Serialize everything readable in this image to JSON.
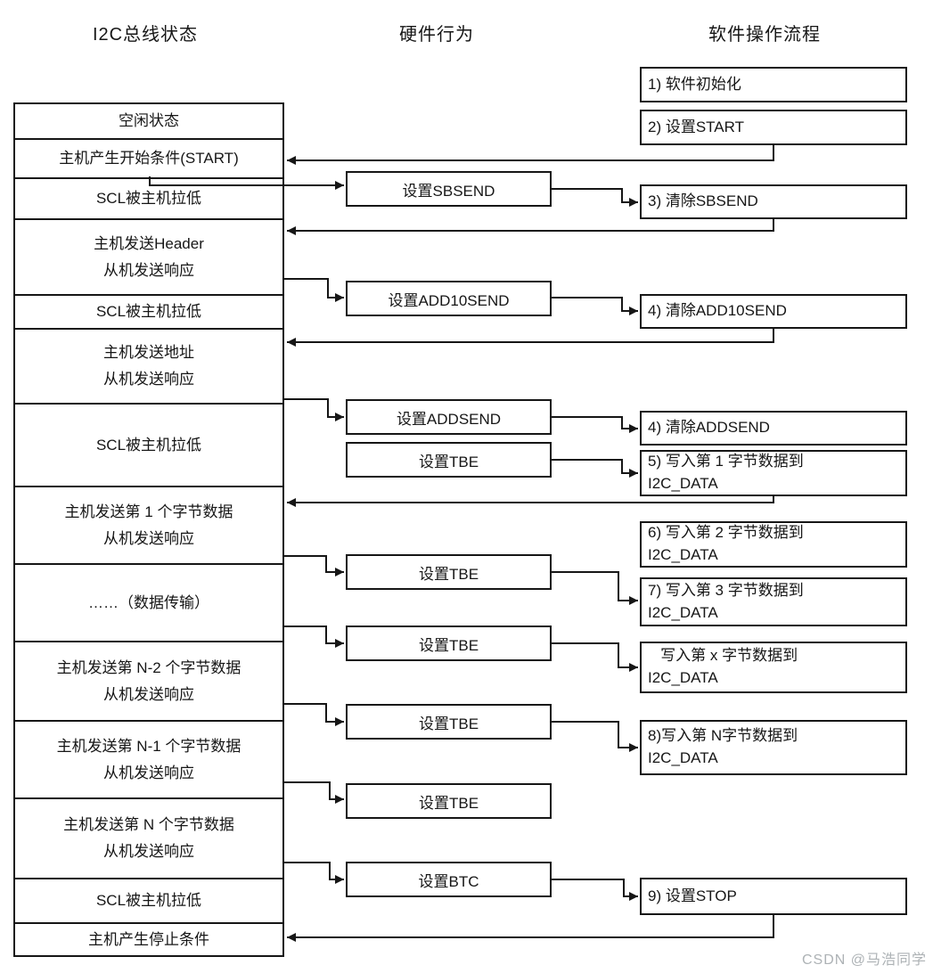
{
  "headers": {
    "bus_state": "I2C总线状态",
    "hardware": "硬件行为",
    "software": "软件操作流程"
  },
  "bus_states": [
    "空闲状态",
    "主机产生开始条件(START)",
    "SCL被主机拉低",
    "主机发送Header\n从机发送响应",
    "SCL被主机拉低",
    "主机发送地址\n从机发送响应",
    "SCL被主机拉低",
    "主机发送第 1 个字节数据\n从机发送响应",
    "……（数据传输）",
    "主机发送第 N-2 个字节数据\n从机发送响应",
    "主机发送第 N-1 个字节数据\n从机发送响应",
    "主机发送第 N 个字节数据\n从机发送响应",
    "SCL被主机拉低",
    "主机产生停止条件"
  ],
  "hardware_actions": [
    "设置SBSEND",
    "设置ADD10SEND",
    "设置ADDSEND",
    "设置TBE",
    "设置TBE",
    "设置TBE",
    "设置TBE",
    "设置TBE",
    "设置BTC"
  ],
  "software_steps": [
    "1) 软件初始化",
    "2) 设置START",
    "3) 清除SBSEND",
    "4) 清除ADD10SEND",
    "4) 清除ADDSEND",
    "5) 写入第 1 字节数据到\nI2C_DATA",
    "6) 写入第 2 字节数据到\nI2C_DATA",
    "7) 写入第 3 字节数据到\nI2C_DATA",
    "   写入第 x 字节数据到\nI2C_DATA",
    "8)写入第 N字节数据到\nI2C_DATA",
    "9) 设置STOP"
  ],
  "watermark": "CSDN @马浩同学",
  "colors": {
    "line": "#161616",
    "box_border": "#161616",
    "text": "#161616",
    "watermark": "#adb2b5",
    "background": "#ffffff"
  }
}
